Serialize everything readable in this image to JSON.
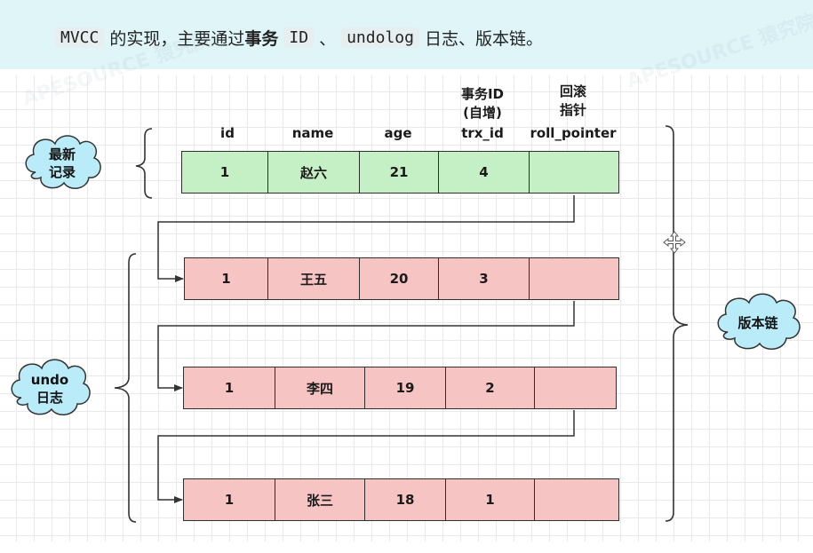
{
  "banner": {
    "code1": "MVCC",
    "text1": "的实现，主要通过",
    "bold1": "事务",
    "code2": "ID",
    "sep": "、",
    "code3": "undolog",
    "text2": "日志、版本链。"
  },
  "headers": {
    "id": "id",
    "name": "name",
    "age": "age",
    "trx_note_1": "事务ID",
    "trx_note_2": "(自增)",
    "trx_id": "trx_id",
    "roll_note_1": "回滚",
    "roll_note_2": "指针",
    "roll_pointer": "roll_pointer"
  },
  "clouds": {
    "latest_1": "最新",
    "latest_2": "记录",
    "undo_1": "undo",
    "undo_2": "日志",
    "chain": "版本链"
  },
  "records": [
    {
      "id": "1",
      "name": "赵六",
      "age": "21",
      "trx_id": "4",
      "roll_pointer": ""
    },
    {
      "id": "1",
      "name": "王五",
      "age": "20",
      "trx_id": "3",
      "roll_pointer": ""
    },
    {
      "id": "1",
      "name": "李四",
      "age": "19",
      "trx_id": "2",
      "roll_pointer": ""
    },
    {
      "id": "1",
      "name": "张三",
      "age": "18",
      "trx_id": "1",
      "roll_pointer": ""
    }
  ],
  "colors": {
    "latest_row": "#c5f0c5",
    "undo_row": "#f7c4c4",
    "cloud_fill": "#b9ecf8",
    "banner": "#dff5f8"
  },
  "watermark": "APESOURCE 猿究院"
}
